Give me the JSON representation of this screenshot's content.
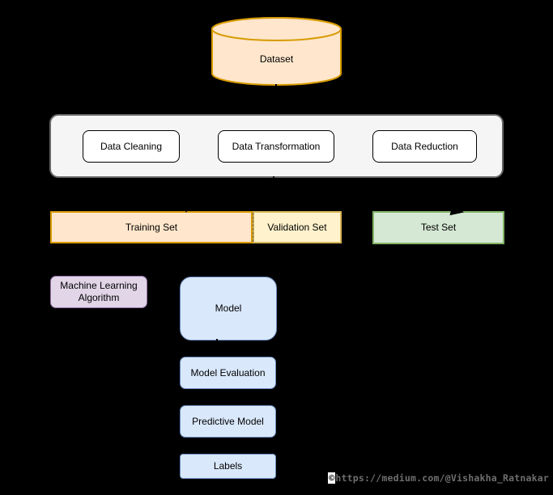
{
  "diagram_title": "machine-learning-workflow-diagram",
  "background_color": "#000000",
  "edge_color": "#000000",
  "nodes": {
    "dataset": {
      "label": "Dataset",
      "fill": "#FFE6CC",
      "stroke": "#D79B00",
      "shape": "cylinder"
    },
    "preprocessing_container": {
      "label": "",
      "fill": "#F5F5F5",
      "stroke": "#666666",
      "shape": "rounded-rect"
    },
    "data_cleaning": {
      "label": "Data Cleaning",
      "fill": "#FFFFFF",
      "stroke": "#000000",
      "shape": "rounded-rect"
    },
    "data_transformation": {
      "label": "Data Transformation",
      "fill": "#FFFFFF",
      "stroke": "#000000",
      "shape": "rounded-rect"
    },
    "data_reduction": {
      "label": "Data Reduction",
      "fill": "#FFFFFF",
      "stroke": "#000000",
      "shape": "rounded-rect"
    },
    "training_set": {
      "label": "Training Set",
      "fill": "#FFE6CC",
      "stroke": "#D79B00",
      "shape": "rect"
    },
    "validation_set": {
      "label": "Validation Set",
      "fill": "#FFF2CC",
      "stroke": "#D6B656",
      "shape": "rect"
    },
    "test_set": {
      "label": "Test Set",
      "fill": "#D5E8D4",
      "stroke": "#82B366",
      "shape": "rect"
    },
    "ml_algorithm": {
      "label": "Machine Learning Algorithm",
      "fill": "#E1D5E7",
      "stroke": "#9673A6",
      "shape": "rounded-rect"
    },
    "model": {
      "label": "Model",
      "fill": "#DAE8FC",
      "stroke": "#6C8EBF",
      "shape": "rounded-rect"
    },
    "model_evaluation": {
      "label": "Model Evaluation",
      "fill": "#DAE8FC",
      "stroke": "#6C8EBF",
      "shape": "rounded-rect"
    },
    "predictive_model": {
      "label": "Predictive Model",
      "fill": "#DAE8FC",
      "stroke": "#6C8EBF",
      "shape": "rounded-rect"
    },
    "labels_output": {
      "label": "Labels",
      "fill": "#DAE8FC",
      "stroke": "#6C8EBF",
      "shape": "rounded-rect"
    }
  },
  "edges": [
    {
      "from": "dataset",
      "to": "preprocessing_container"
    },
    {
      "from": "preprocessing_container",
      "to": "training_set"
    },
    {
      "from": "preprocessing_container",
      "to": "test_set"
    },
    {
      "from": "training_set",
      "to": "ml_algorithm"
    },
    {
      "from": "ml_algorithm",
      "to": "model"
    },
    {
      "from": "validation_set",
      "to": "model"
    },
    {
      "from": "model",
      "to": "model_evaluation"
    },
    {
      "from": "test_set",
      "to": "model_evaluation"
    },
    {
      "from": "model_evaluation",
      "to": "predictive_model"
    },
    {
      "from": "predictive_model",
      "to": "labels_output"
    }
  ],
  "watermark": {
    "copyright": "©",
    "url": "https://medium.com/@Vishakha_Ratnakar",
    "text_color": "#6e6e6e"
  }
}
